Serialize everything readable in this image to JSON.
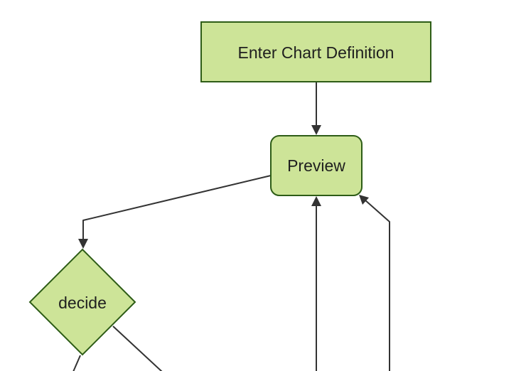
{
  "diagram": {
    "type": "flowchart",
    "orientation": "top-down",
    "background": "#ffffff",
    "theme": {
      "background": "#ffffff",
      "node_fill": "#cde498",
      "node_border": "#2e5d17",
      "edge_color": "#333333",
      "arrow_color": "#333333",
      "text_color": "#1f1f1f"
    },
    "nodes": [
      {
        "id": "enter-chart-definition",
        "label": "Enter Chart Definition",
        "shape": "rectangle"
      },
      {
        "id": "preview",
        "label": "Preview",
        "shape": "rounded-rectangle"
      },
      {
        "id": "decide",
        "label": "decide",
        "shape": "diamond"
      }
    ],
    "edges": [
      {
        "from": "enter-chart-definition",
        "to": "preview",
        "arrow": "arrowhead-into-preview-top"
      },
      {
        "from": "preview",
        "to": "decide",
        "arrow": "arrowhead-into-decide-top"
      },
      {
        "from": "decide",
        "to": "offscreen-bottom-left",
        "arrow": "none-visible"
      },
      {
        "from": "decide",
        "to": "offscreen-bottom-right",
        "arrow": "none-visible"
      },
      {
        "from": "offscreen-bottom",
        "to": "preview",
        "arrow": "arrowhead-into-preview-bottom"
      },
      {
        "from": "offscreen-bottom-far-right",
        "to": "preview",
        "arrow": "arrowhead-into-preview-bottom-right-corner"
      }
    ]
  }
}
